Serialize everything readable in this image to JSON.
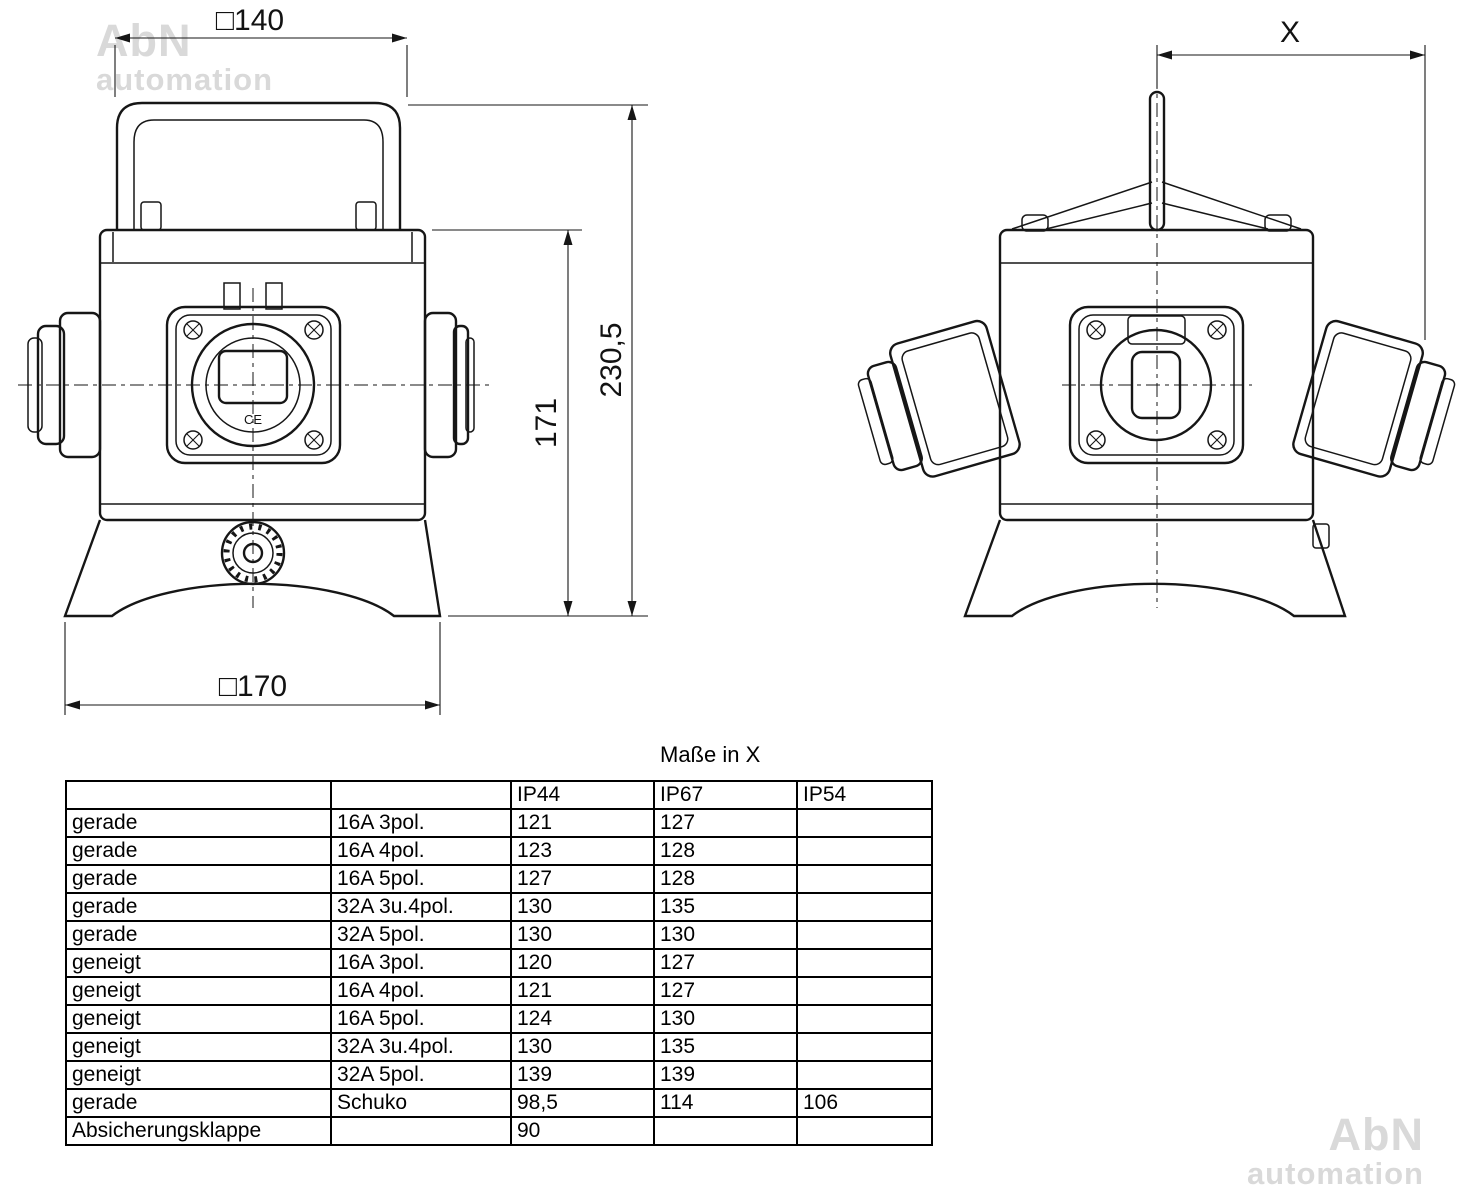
{
  "watermark": {
    "brand": "AbN",
    "sub": "automation"
  },
  "drawing": {
    "front": {
      "dim_handle_width": "□140",
      "dim_total_height": "230,5",
      "dim_body_height": "171",
      "dim_base_width": "□170",
      "ce_mark": "CE"
    },
    "side": {
      "dim_x": "X"
    }
  },
  "table": {
    "title": "Maße in X",
    "headers": [
      "",
      "",
      "IP44",
      "IP67",
      "IP54"
    ],
    "rows": [
      {
        "c0": "gerade",
        "c1": "16A 3pol.",
        "c2": "121",
        "c3": "127",
        "c4": ""
      },
      {
        "c0": "gerade",
        "c1": "16A 4pol.",
        "c2": "123",
        "c3": "128",
        "c4": ""
      },
      {
        "c0": "gerade",
        "c1": "16A 5pol.",
        "c2": "127",
        "c3": "128",
        "c4": ""
      },
      {
        "c0": "gerade",
        "c1": "32A 3u.4pol.",
        "c2": "130",
        "c3": "135",
        "c4": ""
      },
      {
        "c0": "gerade",
        "c1": "32A 5pol.",
        "c2": "130",
        "c3": "130",
        "c4": ""
      },
      {
        "c0": "geneigt",
        "c1": "16A 3pol.",
        "c2": "120",
        "c3": "127",
        "c4": ""
      },
      {
        "c0": "geneigt",
        "c1": "16A 4pol.",
        "c2": "121",
        "c3": "127",
        "c4": ""
      },
      {
        "c0": "geneigt",
        "c1": "16A 5pol.",
        "c2": "124",
        "c3": "130",
        "c4": ""
      },
      {
        "c0": "geneigt",
        "c1": "32A 3u.4pol.",
        "c2": "130",
        "c3": "135",
        "c4": ""
      },
      {
        "c0": "geneigt",
        "c1": "32A 5pol.",
        "c2": "139",
        "c3": "139",
        "c4": ""
      },
      {
        "c0": "gerade",
        "c1": "Schuko",
        "c2": "98,5",
        "c3": "114",
        "c4": "106"
      },
      {
        "c0": "Absicherungsklappe",
        "c1": "",
        "c2": "90",
        "c3": "",
        "c4": ""
      }
    ]
  }
}
